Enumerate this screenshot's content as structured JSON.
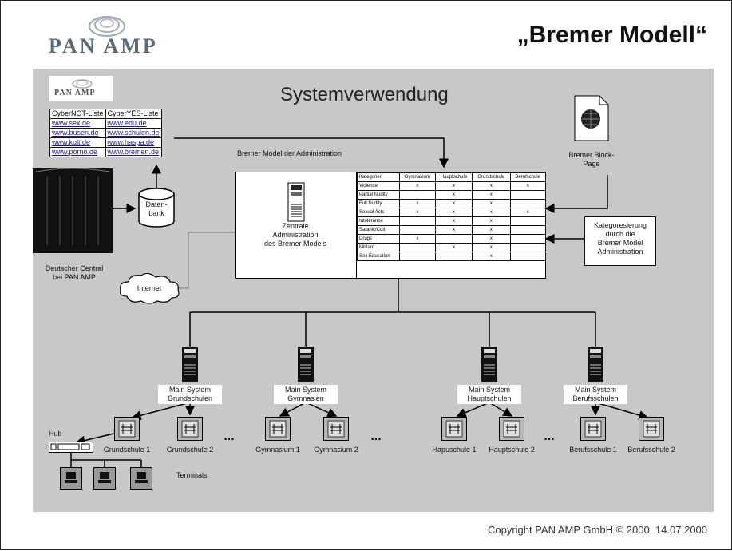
{
  "header": {
    "logo": "PAN AMP",
    "title": "„Bremer Modell“"
  },
  "diagram": {
    "subtitle": "Systemverwendung",
    "mini_logo": "PAN AMP",
    "cyber_headers": [
      "CyberNOT-Liste",
      "CyberYES-Liste"
    ],
    "cyber_rows": [
      [
        "www.sex.de",
        "www.edu.de"
      ],
      [
        "www.busen.de",
        "www.schulen.de"
      ],
      [
        "www.kult.de",
        "www.haspa.de"
      ],
      [
        "www.porno.de",
        "www.bremen.de"
      ]
    ],
    "datenbank": "Daten-\nbank",
    "central": "Deutscher Central\nbei PAN AMP",
    "internet": "Internet",
    "admin_caption": "Bremer Model der Administration",
    "zentrale": "Zentrale\nAdministration\ndes Bremer Models",
    "block_page": "Bremer Block-\nPage",
    "kategorisierung": "Kategoresierung\ndurch die\nBremer Model\nAdministration",
    "kat_table": {
      "headers": [
        "Kategorien",
        "Gymnasium",
        "Hauptschule",
        "Grundschule",
        "Berufschule"
      ],
      "rows": [
        [
          "Violence",
          "x",
          "x",
          "x",
          "x"
        ],
        [
          "Partial Nudity",
          "",
          "x",
          "x",
          ""
        ],
        [
          "Full Nudity",
          "x",
          "x",
          "x",
          ""
        ],
        [
          "Sexual Acts",
          "x",
          "x",
          "x",
          "x"
        ],
        [
          "Intolerance",
          "",
          "x",
          "x",
          ""
        ],
        [
          "Satanic/Cult",
          "",
          "x",
          "x",
          ""
        ],
        [
          "Drugs",
          "x",
          "",
          "x",
          ""
        ],
        [
          "Militant",
          "",
          "x",
          "x",
          ""
        ],
        [
          "Sex Education",
          "",
          "",
          "x",
          ""
        ]
      ]
    },
    "main_systems": [
      "Main System\nGrundschulen",
      "Main System\nGymnasien",
      "Main System\nHauptschulen",
      "Main System\nBerufsschulen"
    ],
    "schools": [
      "Grundschule 1",
      "Grundschule 2",
      "Gymnasium 1",
      "Gymnasium 2",
      "Hapuschule 1",
      "Hauptschule 2",
      "Berufsschule 1",
      "Berufsschule 2"
    ],
    "ellipsis": "...",
    "hub": "Hub",
    "terminals": "Terminals"
  },
  "footer": {
    "copyright": "Copyright PAN AMP GmbH © 2000, 14.07.2000"
  }
}
